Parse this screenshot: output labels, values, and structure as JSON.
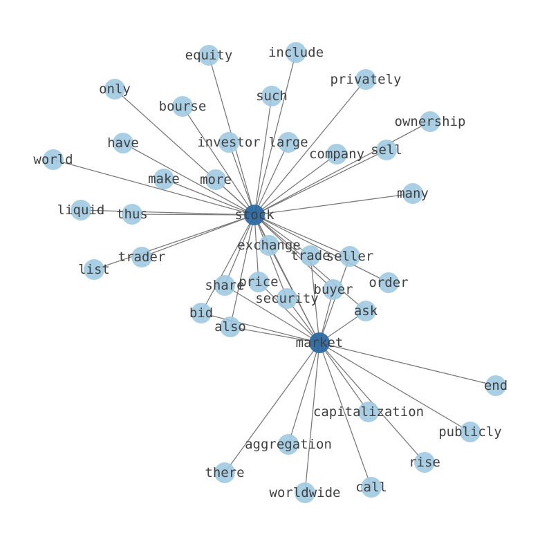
{
  "colors": {
    "node": "#9ecae1",
    "hub": "#2c6ba3",
    "edge": "#7a7a7a",
    "label": "#404040"
  },
  "nodes": [
    {
      "id": "stock",
      "label": "stock",
      "hub": true
    },
    {
      "id": "market",
      "label": "market",
      "hub": true
    },
    {
      "id": "equity",
      "label": "equity"
    },
    {
      "id": "include",
      "label": "include"
    },
    {
      "id": "privately",
      "label": "privately"
    },
    {
      "id": "only",
      "label": "only"
    },
    {
      "id": "such",
      "label": "such"
    },
    {
      "id": "bourse",
      "label": "bourse"
    },
    {
      "id": "ownership",
      "label": "ownership"
    },
    {
      "id": "have",
      "label": "have"
    },
    {
      "id": "investor",
      "label": "investor"
    },
    {
      "id": "large",
      "label": "large"
    },
    {
      "id": "sell",
      "label": "sell"
    },
    {
      "id": "world",
      "label": "world"
    },
    {
      "id": "company",
      "label": "company"
    },
    {
      "id": "make",
      "label": "make"
    },
    {
      "id": "more",
      "label": "more"
    },
    {
      "id": "many",
      "label": "many"
    },
    {
      "id": "liquid",
      "label": "liquid"
    },
    {
      "id": "thus",
      "label": "thus"
    },
    {
      "id": "exchange",
      "label": "exchange"
    },
    {
      "id": "trader",
      "label": "trader"
    },
    {
      "id": "trade",
      "label": "trade"
    },
    {
      "id": "seller",
      "label": "seller"
    },
    {
      "id": "list",
      "label": "list"
    },
    {
      "id": "order",
      "label": "order"
    },
    {
      "id": "share",
      "label": "share"
    },
    {
      "id": "price",
      "label": "price"
    },
    {
      "id": "buyer",
      "label": "buyer"
    },
    {
      "id": "security",
      "label": "security"
    },
    {
      "id": "bid",
      "label": "bid"
    },
    {
      "id": "ask",
      "label": "ask"
    },
    {
      "id": "also",
      "label": "also"
    },
    {
      "id": "end",
      "label": "end"
    },
    {
      "id": "capitalization",
      "label": "capitalization"
    },
    {
      "id": "publicly",
      "label": "publicly"
    },
    {
      "id": "aggregation",
      "label": "aggregation"
    },
    {
      "id": "rise",
      "label": "rise"
    },
    {
      "id": "there",
      "label": "there"
    },
    {
      "id": "call",
      "label": "call"
    },
    {
      "id": "worldwide",
      "label": "worldwide"
    }
  ],
  "edges": [
    [
      "stock",
      "equity"
    ],
    [
      "stock",
      "include"
    ],
    [
      "stock",
      "privately"
    ],
    [
      "stock",
      "only"
    ],
    [
      "stock",
      "such"
    ],
    [
      "stock",
      "bourse"
    ],
    [
      "stock",
      "ownership"
    ],
    [
      "stock",
      "have"
    ],
    [
      "stock",
      "investor"
    ],
    [
      "stock",
      "large"
    ],
    [
      "stock",
      "sell"
    ],
    [
      "stock",
      "world"
    ],
    [
      "stock",
      "company"
    ],
    [
      "stock",
      "make"
    ],
    [
      "stock",
      "more"
    ],
    [
      "stock",
      "many"
    ],
    [
      "stock",
      "liquid"
    ],
    [
      "stock",
      "thus"
    ],
    [
      "stock",
      "exchange"
    ],
    [
      "stock",
      "trader"
    ],
    [
      "stock",
      "trade"
    ],
    [
      "stock",
      "seller"
    ],
    [
      "stock",
      "list"
    ],
    [
      "stock",
      "order"
    ],
    [
      "stock",
      "share"
    ],
    [
      "stock",
      "price"
    ],
    [
      "stock",
      "buyer"
    ],
    [
      "stock",
      "security"
    ],
    [
      "stock",
      "bid"
    ],
    [
      "stock",
      "ask"
    ],
    [
      "stock",
      "also"
    ],
    [
      "stock",
      "market"
    ],
    [
      "market",
      "exchange"
    ],
    [
      "market",
      "trade"
    ],
    [
      "market",
      "seller"
    ],
    [
      "market",
      "share"
    ],
    [
      "market",
      "price"
    ],
    [
      "market",
      "buyer"
    ],
    [
      "market",
      "security"
    ],
    [
      "market",
      "bid"
    ],
    [
      "market",
      "ask"
    ],
    [
      "market",
      "also"
    ],
    [
      "market",
      "end"
    ],
    [
      "market",
      "capitalization"
    ],
    [
      "market",
      "publicly"
    ],
    [
      "market",
      "aggregation"
    ],
    [
      "market",
      "rise"
    ],
    [
      "market",
      "there"
    ],
    [
      "market",
      "call"
    ],
    [
      "market",
      "worldwide"
    ]
  ]
}
